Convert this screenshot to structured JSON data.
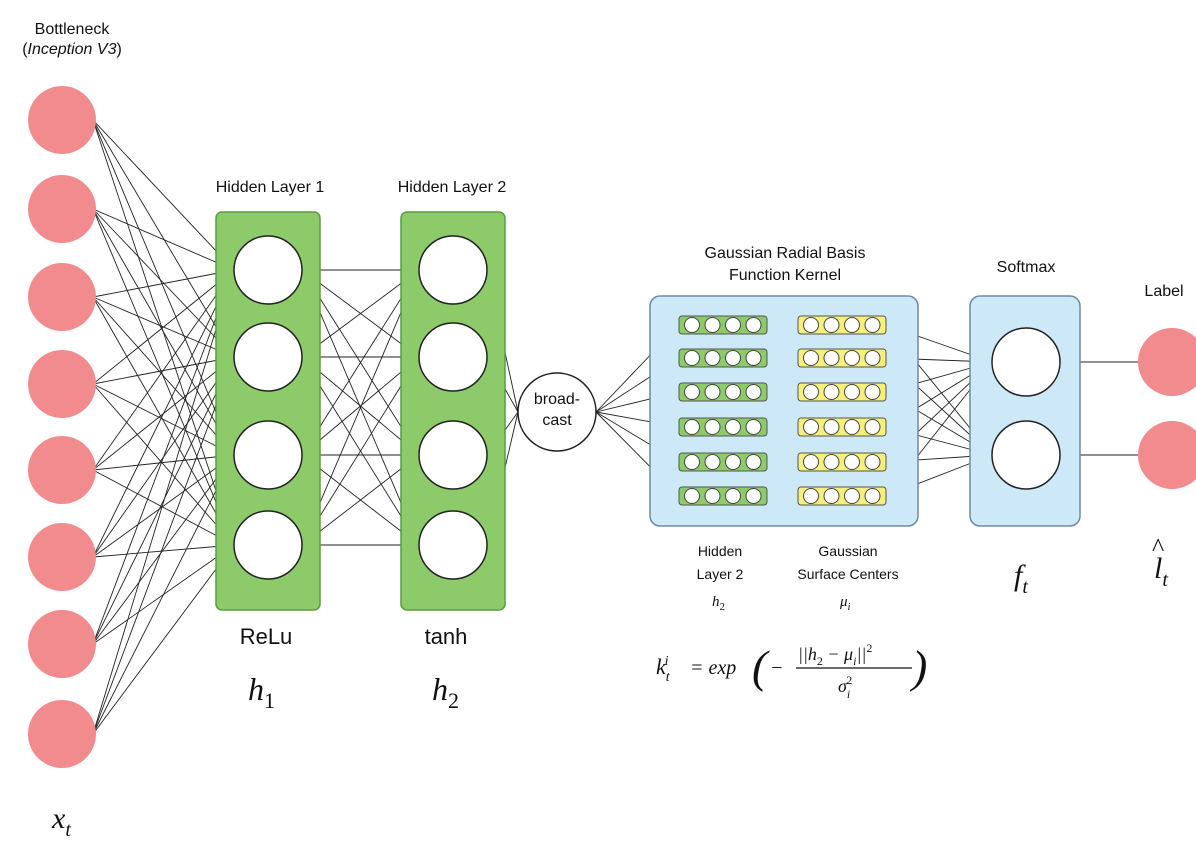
{
  "input_layer": {
    "title": "Bottleneck",
    "subtitle_open": "(",
    "subtitle_italic": "Inception V3",
    "subtitle_close": ")",
    "var": "x",
    "var_sub": "t"
  },
  "hidden_layer_1": {
    "title": "Hidden Layer 1",
    "activation": "ReLu",
    "var": "h",
    "var_sub": "1"
  },
  "hidden_layer_2": {
    "title": "Hidden Layer 2",
    "activation": "tanh",
    "var": "h",
    "var_sub": "2"
  },
  "broadcast": {
    "line1": "broad-",
    "line2": "cast"
  },
  "rbf_kernel": {
    "title_line1": "Gaussian Radial Basis",
    "title_line2": "Function Kernel",
    "left_caption_line1": "Hidden",
    "left_caption_line2": "Layer 2",
    "left_var": "h",
    "left_var_sub": "2",
    "right_caption_line1": "Gaussian",
    "right_caption_line2": "Surface Centers",
    "right_var": "μ",
    "right_var_sub": "i"
  },
  "formula": {
    "lhs": "k",
    "lhs_sub": "t",
    "lhs_sup": "i",
    "equals_exp": "= exp",
    "minus": "−",
    "numerator": "||h",
    "num_sub": "2",
    "num_mid": " − μ",
    "num_sub2": "i",
    "num_end": "||",
    "num_sup": "2",
    "denominator": "σ",
    "den_sub": "i",
    "den_sup": "2"
  },
  "softmax": {
    "title": "Softmax",
    "var": "f",
    "var_sub": "t"
  },
  "output": {
    "title": "Label",
    "var_hat": "^",
    "var": "l",
    "var_sub": "t"
  },
  "colors": {
    "input_node": "#f28b8e",
    "hidden_box": "#8dca6a",
    "hidden_box_border": "#5d9b43",
    "rbf_box": "#cde8f7",
    "rbf_box_border": "#6e8aa0",
    "green_bar": "#8dca6a",
    "yellow_bar": "#f5f07a",
    "connection": "#222222"
  }
}
